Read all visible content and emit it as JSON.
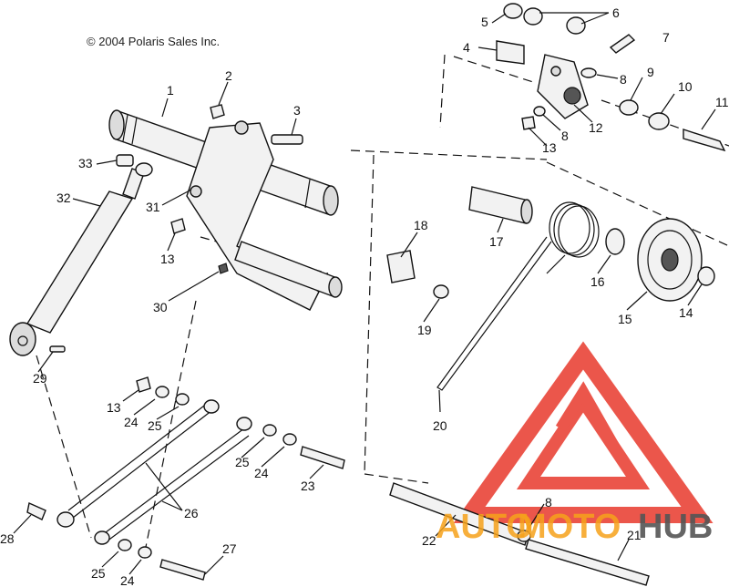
{
  "copyright": "© 2004 Polaris Sales Inc.",
  "watermark": {
    "left": "AUTO",
    "middle": "MOTO",
    "right": "HUB",
    "color_red": "#e8392c",
    "color_orange": "#f6a21b",
    "color_gray": "#555555"
  },
  "callouts": [
    "1",
    "2",
    "3",
    "4",
    "5",
    "6",
    "7",
    "8",
    "9",
    "10",
    "11",
    "12",
    "13",
    "8",
    "33",
    "32",
    "31",
    "13",
    "30",
    "29",
    "18",
    "17",
    "16",
    "15",
    "14",
    "19",
    "20",
    "13",
    "24",
    "25",
    "25",
    "24",
    "23",
    "26",
    "28",
    "22",
    "8",
    "21",
    "27",
    "25",
    "24"
  ]
}
